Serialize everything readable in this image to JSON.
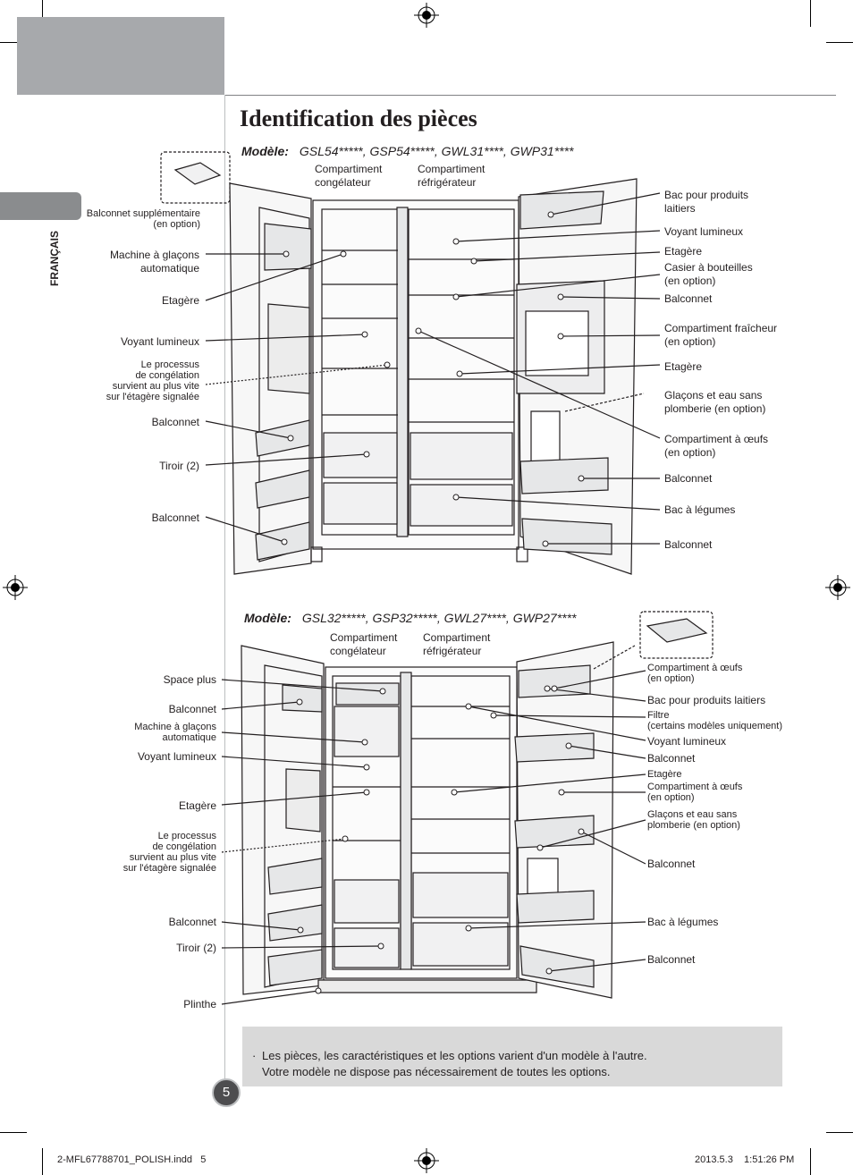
{
  "header": {
    "title": "Identification des pièces",
    "side_tab": "FRANÇAIS"
  },
  "diagram1": {
    "model_label": "Modèle:",
    "model_codes": "GSL54*****, GSP54*****, GWL31****, GWP31****",
    "top_left": [
      "Compartiment",
      "congélateur"
    ],
    "top_right": [
      "Compartiment",
      "réfrigérateur"
    ],
    "left": [
      [
        "Balconnet supplémentaire",
        "(en option)"
      ],
      [
        "Machine à glaçons",
        "automatique"
      ],
      [
        "Etagère"
      ],
      [
        "Voyant lumineux"
      ],
      [
        "Le processus",
        "de congélation",
        "survient au plus vite",
        "sur l'étagère signalée"
      ],
      [
        "Balconnet"
      ],
      [
        "Tiroir (2)"
      ],
      [
        "Balconnet"
      ]
    ],
    "right": [
      [
        "Bac pour produits",
        "laitiers"
      ],
      [
        "Voyant lumineux"
      ],
      [
        "Etagère"
      ],
      [
        "Casier à bouteilles",
        "(en option)"
      ],
      [
        "Balconnet"
      ],
      [
        "Compartiment fraîcheur",
        "(en option)"
      ],
      [
        "Etagère"
      ],
      [
        "Glaçons et eau sans",
        "plomberie (en option)"
      ],
      [
        "Compartiment à œufs",
        "(en option)"
      ],
      [
        "Balconnet"
      ],
      [
        "Bac à légumes"
      ],
      [
        "Balconnet"
      ]
    ]
  },
  "diagram2": {
    "model_label": "Modèle:",
    "model_codes": "GSL32*****, GSP32*****, GWL27****, GWP27****",
    "top_left": [
      "Compartiment",
      "congélateur"
    ],
    "top_right": [
      "Compartiment",
      "réfrigérateur"
    ],
    "left": [
      [
        "Space plus"
      ],
      [
        "Balconnet"
      ],
      [
        "Machine à glaçons",
        "automatique"
      ],
      [
        "Voyant lumineux"
      ],
      [
        "Etagère"
      ],
      [
        "Le processus",
        "de congélation",
        "survient au plus vite",
        "sur l'étagère signalée"
      ],
      [
        "Balconnet"
      ],
      [
        "Tiroir (2)"
      ],
      [
        "Plinthe"
      ]
    ],
    "right": [
      [
        "Compartiment à œufs",
        "(en option)"
      ],
      [
        "Bac pour produits laitiers"
      ],
      [
        "Filtre",
        "(certains modèles uniquement)"
      ],
      [
        "Voyant lumineux"
      ],
      [
        "Balconnet"
      ],
      [
        "Etagère"
      ],
      [
        "Compartiment à œufs",
        "(en option)"
      ],
      [
        "Glaçons et eau sans",
        "plomberie (en option)"
      ],
      [
        "Balconnet"
      ],
      [
        "Bac à légumes"
      ],
      [
        "Balconnet"
      ]
    ]
  },
  "note": {
    "bullet": "·",
    "lines": [
      "Les pièces, les caractéristiques et les options varient d'un modèle à l'autre.",
      "Votre modèle ne dispose pas nécessairement de toutes les options."
    ]
  },
  "page_number": "5",
  "footer": {
    "file": "2-MFL67788701_POLISH.indd   5",
    "date": "2013.5.3    1:51:26 PM"
  },
  "colors": {
    "gray_block": "#a7a9ac",
    "tab": "#8a8c8e",
    "note_bg": "#d9d9d9",
    "badge": "#4d4d4f"
  }
}
